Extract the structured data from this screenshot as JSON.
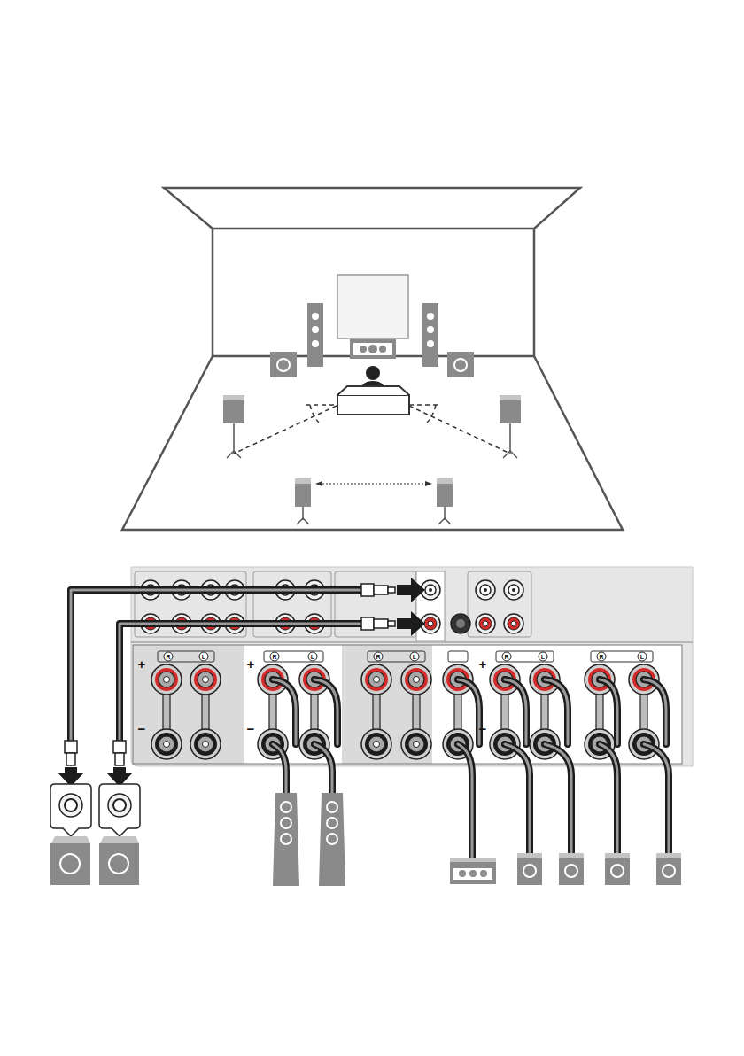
{
  "diagram": {
    "labels": [
      "+",
      "R",
      "L",
      "+",
      "R",
      "L",
      "R",
      "L",
      "+",
      "R",
      "L",
      "R",
      "L",
      "−",
      "−",
      "−"
    ]
  }
}
